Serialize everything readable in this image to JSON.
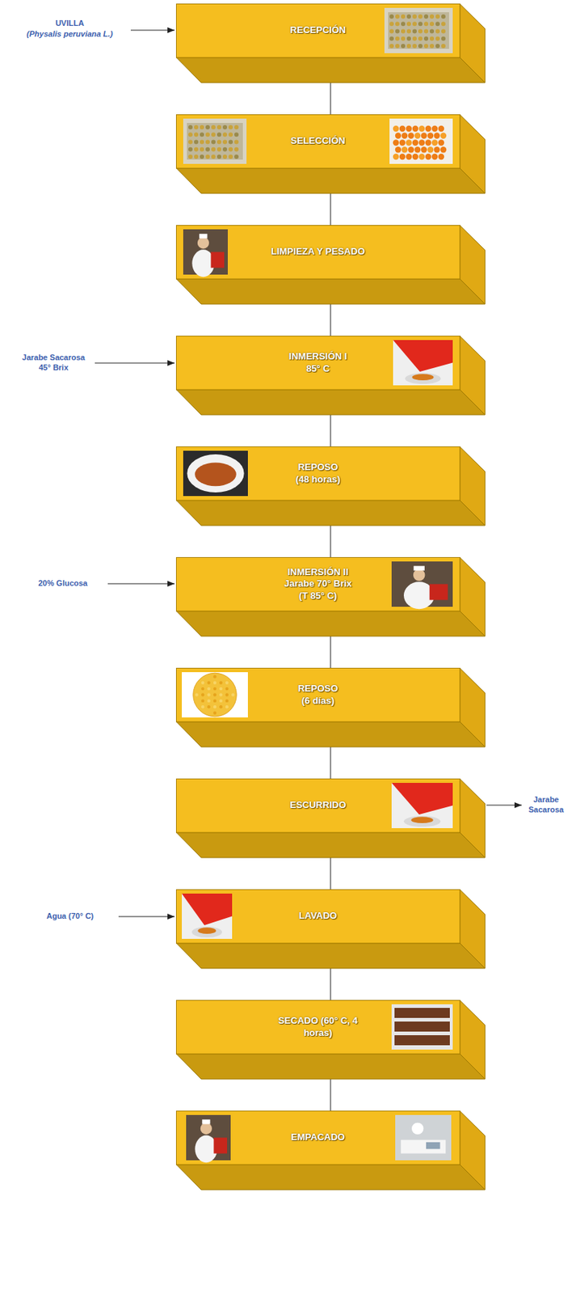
{
  "diagram": {
    "nodes": [
      {
        "text": [
          "RECEPCIÓN"
        ]
      },
      {
        "text": [
          "SELECCIÓN"
        ]
      },
      {
        "text": [
          "LIMPIEZA Y PESADO"
        ]
      },
      {
        "text": [
          "INMERSIÓN I 85° C"
        ]
      },
      {
        "text": [
          "REPOSO (48 horas)"
        ]
      },
      {
        "text": [
          "INMERSIÓN II Jarabe 70° Brix (T 85° C)"
        ]
      },
      {
        "text": [
          "REPOSO (6 días)"
        ]
      },
      {
        "text": [
          "ESCURRIDO"
        ]
      },
      {
        "text": [
          "LAVADO"
        ]
      },
      {
        "text": [
          "SECADO (60° C, 4 horas)"
        ]
      },
      {
        "text": [
          "EMPACADO"
        ]
      }
    ],
    "edges": [
      {
        "from": 0,
        "to": 1,
        "arrow": "none"
      },
      {
        "from": 1,
        "to": 2,
        "arrow": "none"
      },
      {
        "from": 2,
        "to": 3,
        "arrow": "none"
      },
      {
        "from": 3,
        "to": 4,
        "arrow": "none"
      },
      {
        "from": 4,
        "to": 5,
        "arrow": "none"
      },
      {
        "from": 5,
        "to": 6,
        "arrow": "none"
      },
      {
        "from": 6,
        "to": 7,
        "arrow": "none"
      },
      {
        "from": 7,
        "to": 8,
        "arrow": "none"
      },
      {
        "from": 8,
        "to": 9,
        "arrow": "none"
      },
      {
        "from": 9,
        "to": 10,
        "arrow": "none"
      }
    ],
    "labels": [
      "UVILLA",
      "(Physalis peruviana L.)",
      "Jarabe Sacarosa 45° Brix",
      "20% Glucosa",
      "Jarabe Sacarosa",
      "Agua (70° C)"
    ]
  }
}
